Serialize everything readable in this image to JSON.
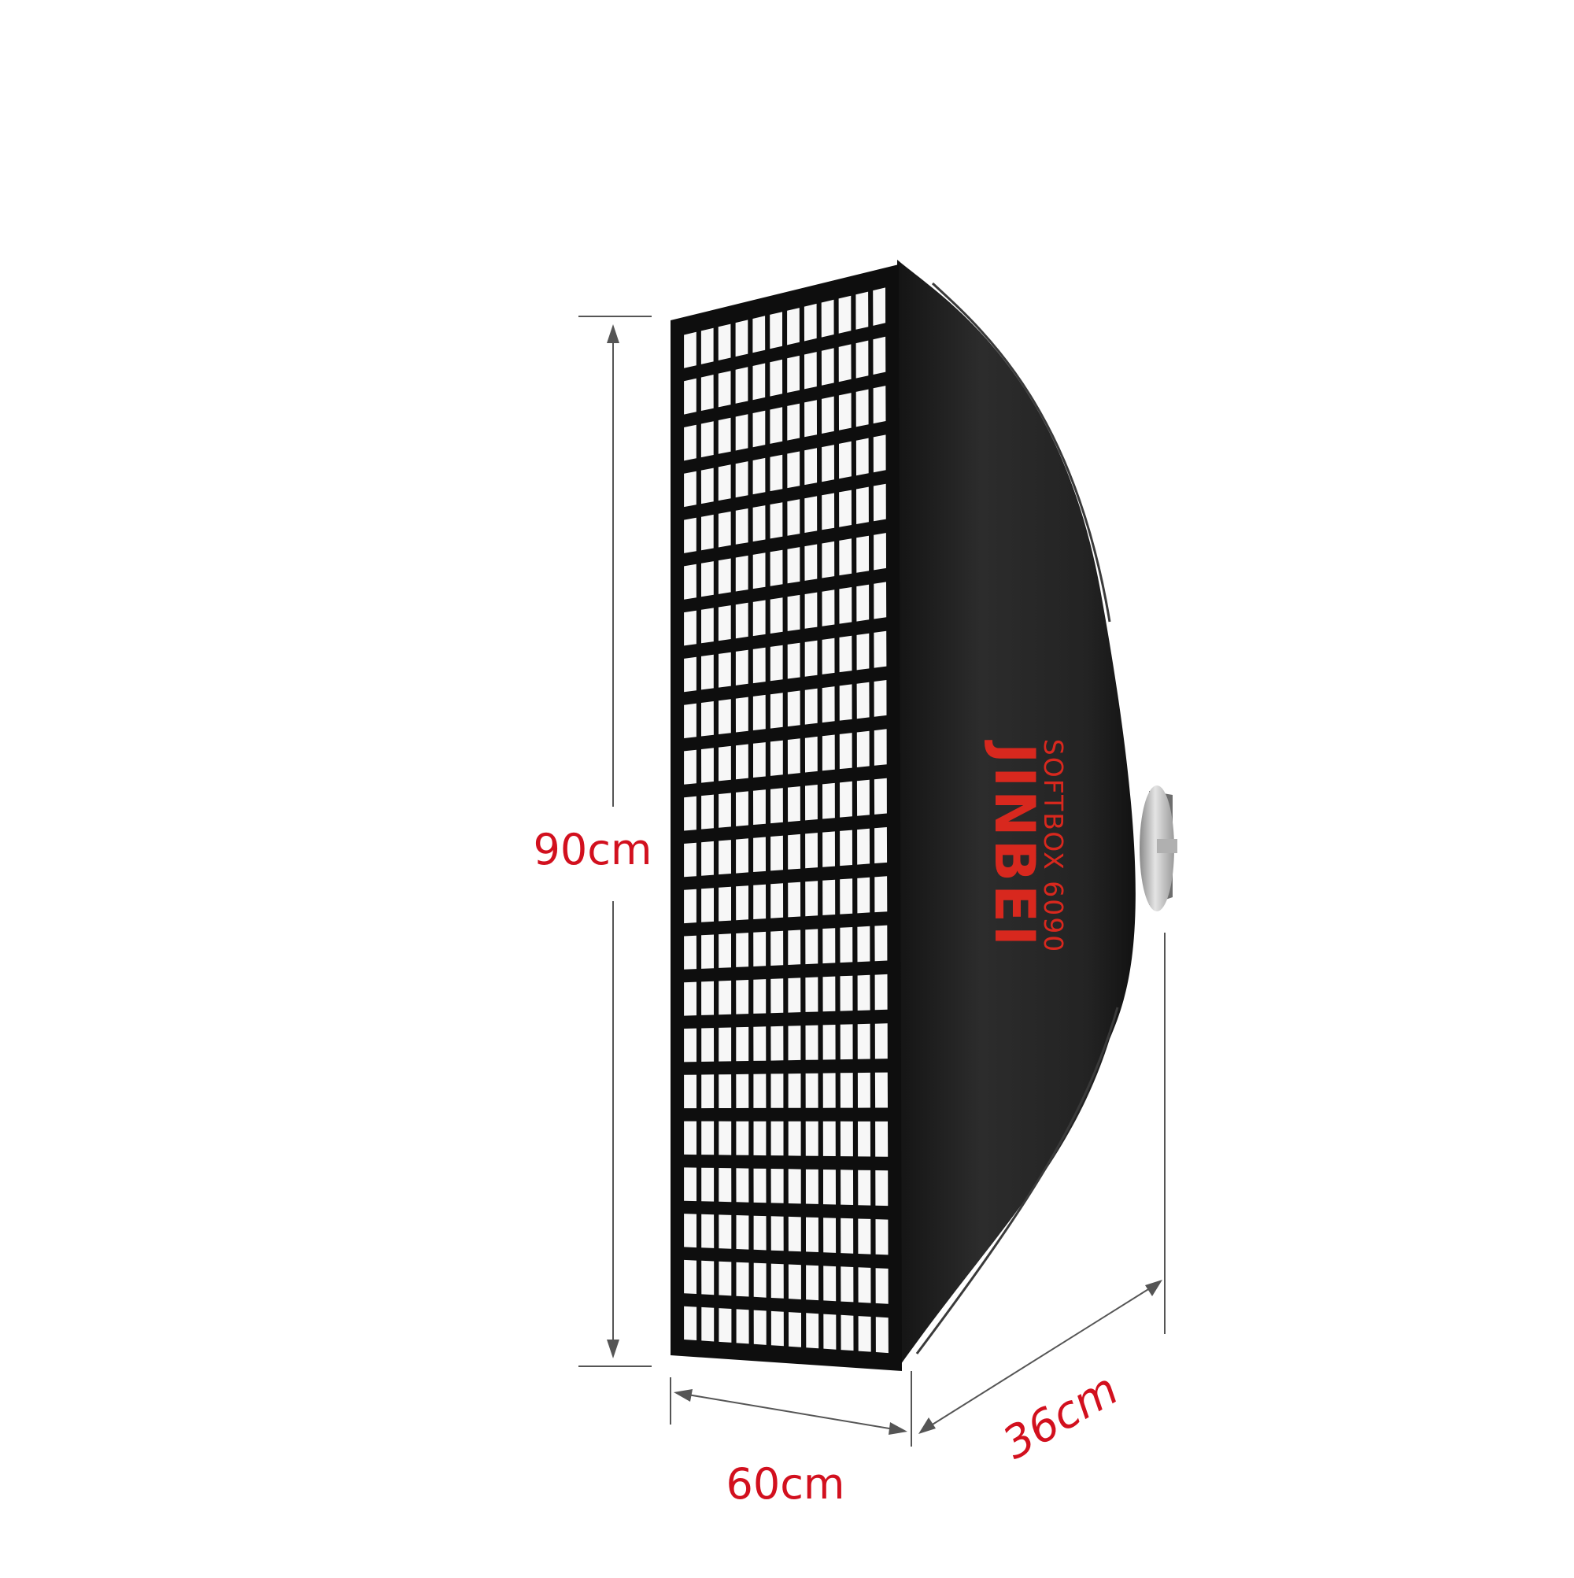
{
  "product": {
    "brand": "JINBEI",
    "model": "SOFTBOX 6090"
  },
  "dimensions": {
    "height_label": "90cm",
    "width_label": "60cm",
    "depth_label": "36cm"
  },
  "colors": {
    "dimension_text": "#d2101e",
    "logo_red": "#d8281e",
    "dimension_line": "#555555",
    "softbox_body": "#2a2a2a",
    "grid_frame": "#0e0e0e",
    "diffuser_white": "#f7f7f7",
    "speedring_silver": "#c8c8c8"
  }
}
